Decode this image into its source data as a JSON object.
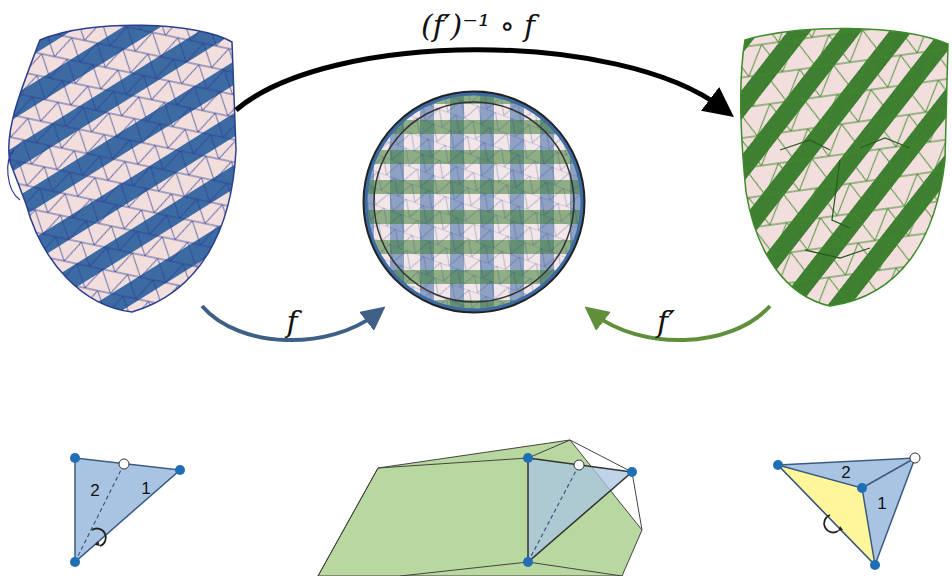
{
  "diagram": {
    "labels": [
      "(f′)⁻¹ ∘ f",
      "f",
      "f′",
      "2",
      "1",
      "2",
      "1"
    ]
  }
}
